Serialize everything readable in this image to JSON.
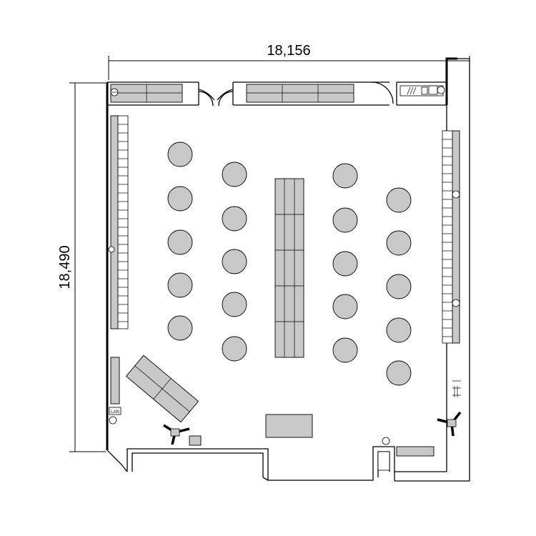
{
  "dimensions": {
    "width_label": "18,156",
    "height_label": "18,490"
  },
  "labels": {
    "lan": "LAN"
  },
  "colors": {
    "furniture_fill": "#c8c8c8",
    "line": "#000000",
    "background": "#ffffff"
  },
  "icons": [
    "power-outlet-icon",
    "lan-port-icon",
    "speaker-icon",
    "door-icon"
  ]
}
